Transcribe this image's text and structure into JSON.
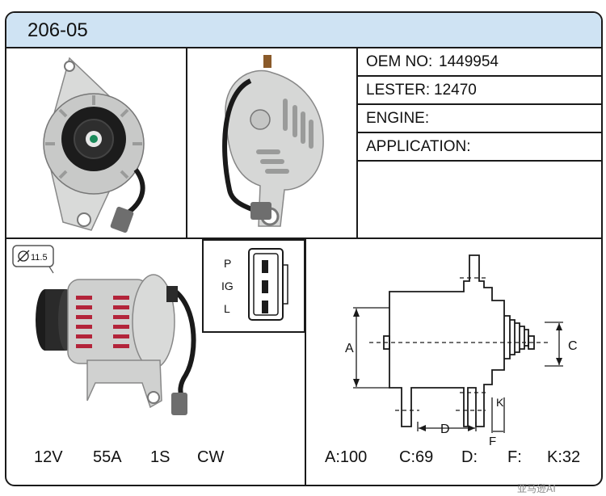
{
  "title": "206-05",
  "specs": {
    "oem_label": "OEM NO:",
    "oem_value": "1449954",
    "lester_label": "LESTER:",
    "lester_value": "12470",
    "engine_label": "ENGINE:",
    "engine_value": "",
    "application_label": "APPLICATION:",
    "application_value": ""
  },
  "pulley_diameter_label": "11.5",
  "connector": {
    "pins": [
      "P",
      "IG",
      "L"
    ]
  },
  "electrical": {
    "voltage": "12V",
    "amperage": "55A",
    "groove": "1S",
    "rotation": "CW"
  },
  "diagram": {
    "label_a": "A",
    "label_c": "C",
    "label_d": "D",
    "label_f": "F",
    "label_k": "K"
  },
  "dimensions": {
    "a": "A:100",
    "c": "C:69",
    "d": "D:",
    "f": "F:",
    "k": "K:32"
  },
  "watermark": "亚马逊AI"
}
